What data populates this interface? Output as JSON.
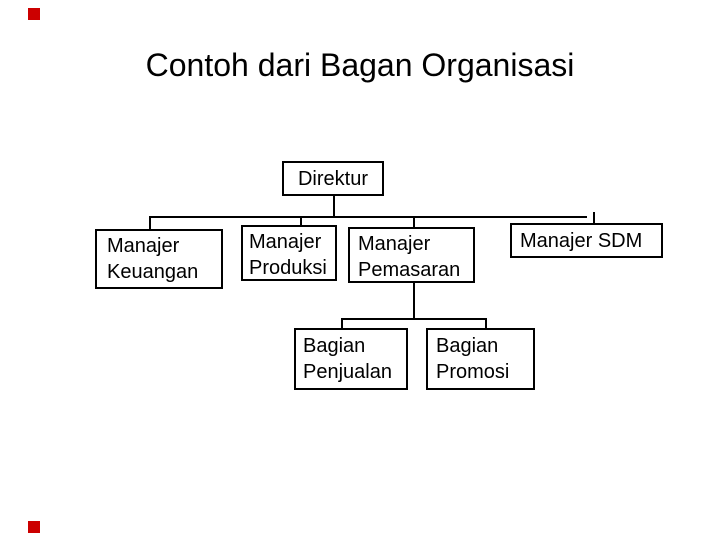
{
  "slide": {
    "title": "Contoh dari Bagan Organisasi",
    "background_color": "#ffffff",
    "text_color": "#000000",
    "line_color": "#000000",
    "decoration_square_color": "#cc0000"
  },
  "diagram": {
    "type": "org-chart",
    "nodes": {
      "direktur": {
        "label": "Direktur",
        "lines": [
          "Direktur"
        ]
      },
      "keuangan": {
        "label": "Manajer Keuangan",
        "lines": [
          "Manajer",
          "Keuangan"
        ]
      },
      "produksi": {
        "label": "Manajer Produksi",
        "lines": [
          "Manajer",
          "Produksi"
        ]
      },
      "pemasaran": {
        "label": "Manajer Pemasaran",
        "lines": [
          "Manajer",
          "Pemasaran"
        ]
      },
      "sdm": {
        "label": "Manajer SDM",
        "lines": [
          "Manajer SDM"
        ]
      },
      "penjualan": {
        "label": "Bagian Penjualan",
        "lines": [
          "Bagian",
          "Penjualan"
        ]
      },
      "promosi": {
        "label": "Bagian Promosi",
        "lines": [
          "Bagian",
          "Promosi"
        ]
      }
    },
    "edges": [
      {
        "from": "Direktur",
        "to": "Manajer Keuangan"
      },
      {
        "from": "Direktur",
        "to": "Manajer Produksi"
      },
      {
        "from": "Direktur",
        "to": "Manajer Pemasaran"
      },
      {
        "from": "Direktur",
        "to": "Manajer SDM"
      },
      {
        "from": "Manajer Pemasaran",
        "to": "Bagian Penjualan"
      },
      {
        "from": "Manajer Pemasaran",
        "to": "Bagian Promosi"
      }
    ]
  }
}
